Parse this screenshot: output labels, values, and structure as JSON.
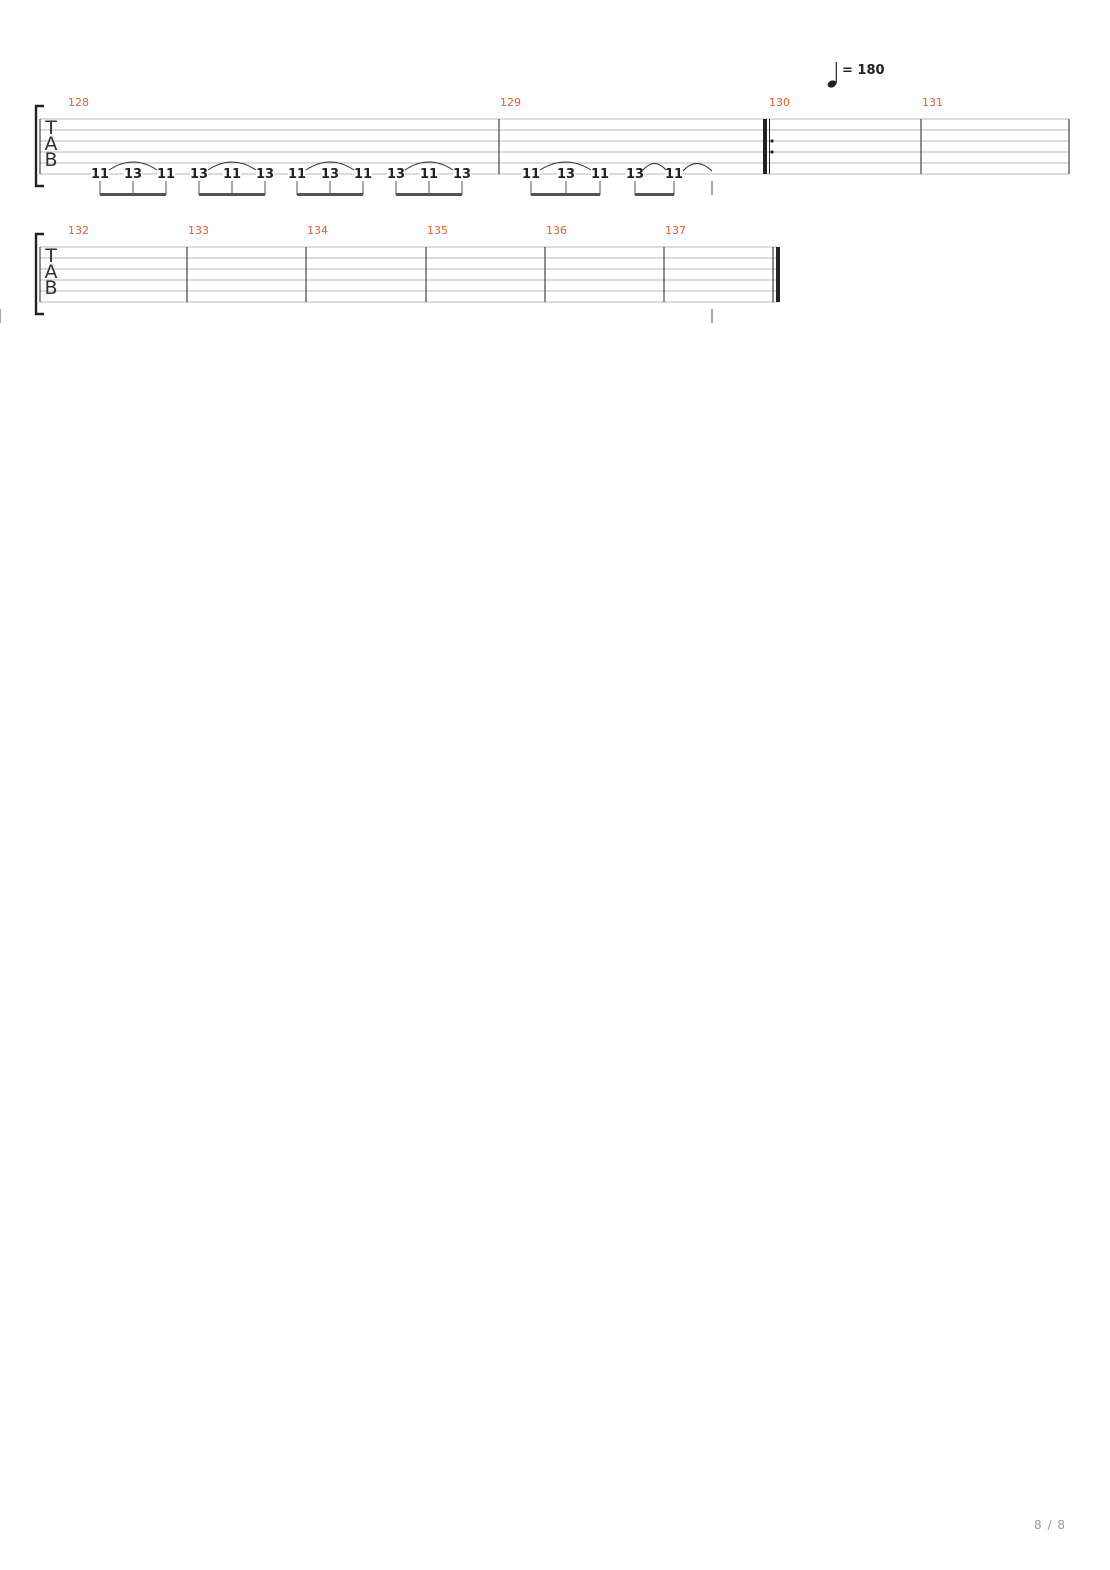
{
  "tempo": {
    "symbol": "quarter-note-icon",
    "text": "= 180"
  },
  "tab_label": [
    "T",
    "A",
    "B"
  ],
  "systems": [
    {
      "measures": [
        {
          "number": "128",
          "notes": [
            {
              "fret": "11"
            },
            {
              "fret": "13"
            },
            {
              "fret": "11"
            },
            {
              "fret": "13"
            },
            {
              "fret": "11"
            },
            {
              "fret": "13"
            },
            {
              "fret": "11"
            },
            {
              "fret": "13"
            },
            {
              "fret": "11"
            },
            {
              "fret": "13"
            },
            {
              "fret": "11"
            },
            {
              "fret": "13"
            }
          ]
        },
        {
          "number": "129",
          "notes": [
            {
              "fret": "11"
            },
            {
              "fret": "13"
            },
            {
              "fret": "11"
            },
            {
              "fret": "13"
            },
            {
              "fret": "11"
            }
          ]
        },
        {
          "number": "130",
          "notes": [],
          "repeat_start": true
        },
        {
          "number": "131",
          "notes": []
        }
      ]
    },
    {
      "measures": [
        {
          "number": "132",
          "notes": []
        },
        {
          "number": "133",
          "notes": []
        },
        {
          "number": "134",
          "notes": []
        },
        {
          "number": "135",
          "notes": []
        },
        {
          "number": "136",
          "notes": []
        },
        {
          "number": "137",
          "notes": [],
          "final_barline": true
        }
      ]
    }
  ],
  "page": {
    "label": "8 / 8"
  }
}
